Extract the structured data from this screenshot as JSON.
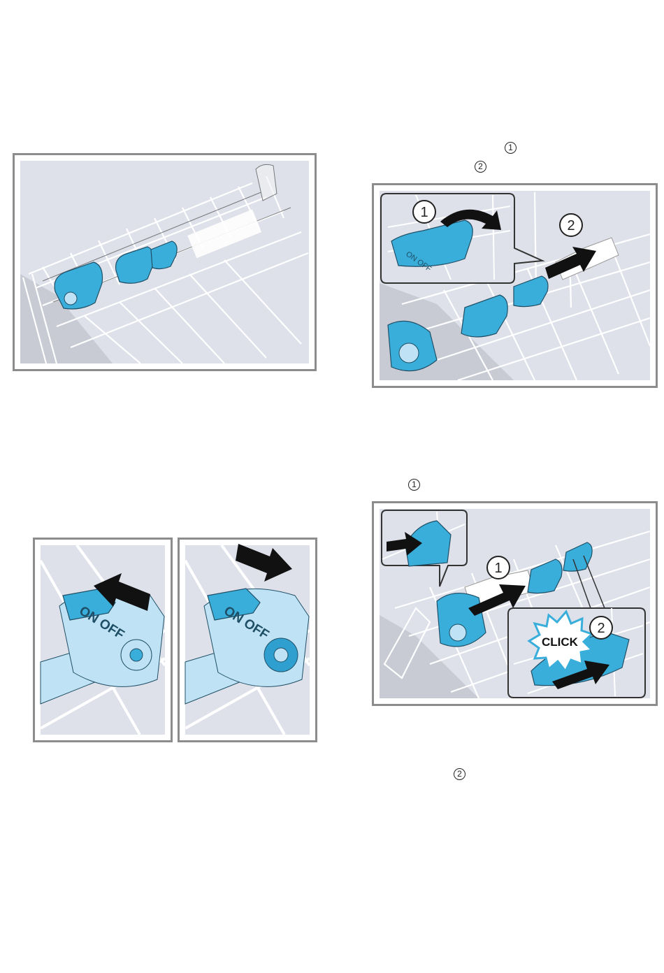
{
  "markers": {
    "step_top_1": "1",
    "step_top_2": "2",
    "step_mid_1": "1",
    "step_bottom_2": "2"
  },
  "fig2": {
    "callout_1": "1",
    "callout_2": "2",
    "insert_label": "ON OFF"
  },
  "fig3": {
    "label_left": "ON OFF",
    "label_right": "ON OFF"
  },
  "fig4": {
    "callout_1": "1",
    "callout_2": "2",
    "click_label": "CLICK"
  },
  "colors": {
    "rack_bg": "#dfe1ea",
    "part_blue": "#3aaedb",
    "part_light": "#bfe3f5",
    "frame": "#8c8c8c"
  }
}
